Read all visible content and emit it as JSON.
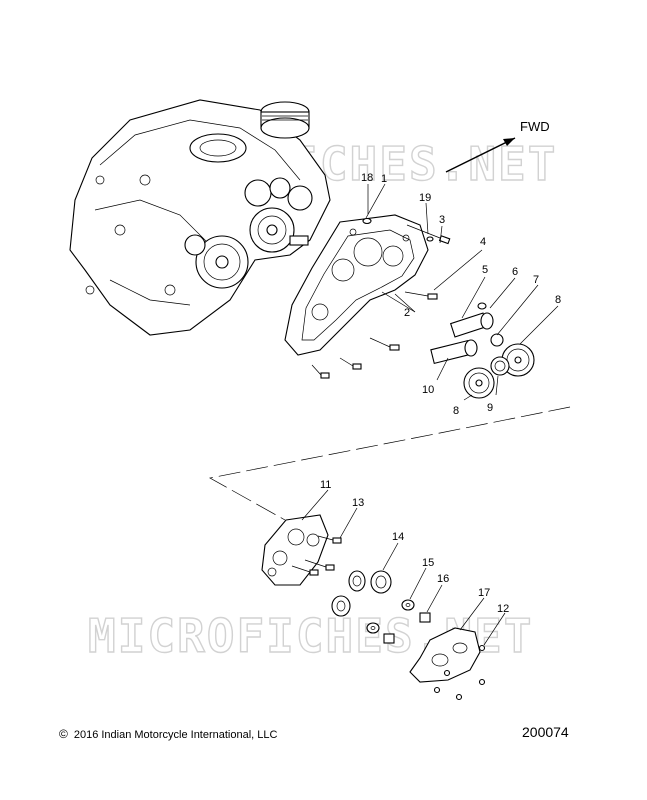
{
  "watermark": "MICROFICHES.NET",
  "direction_label": "FWD",
  "callouts": {
    "c1": "1",
    "c2": "2",
    "c3": "3",
    "c4": "4",
    "c5": "5",
    "c6": "6",
    "c7": "7",
    "c8a": "8",
    "c8b": "8",
    "c9": "9",
    "c10": "10",
    "c11": "11",
    "c12": "12",
    "c13": "13",
    "c14": "14",
    "c15": "15",
    "c16": "16",
    "c17": "17",
    "c18": "18",
    "c19": "19"
  },
  "footer": {
    "copyright_symbol": "©",
    "copyright": "2016 Indian Motorcycle International, LLC",
    "diagram_number": "200074"
  }
}
